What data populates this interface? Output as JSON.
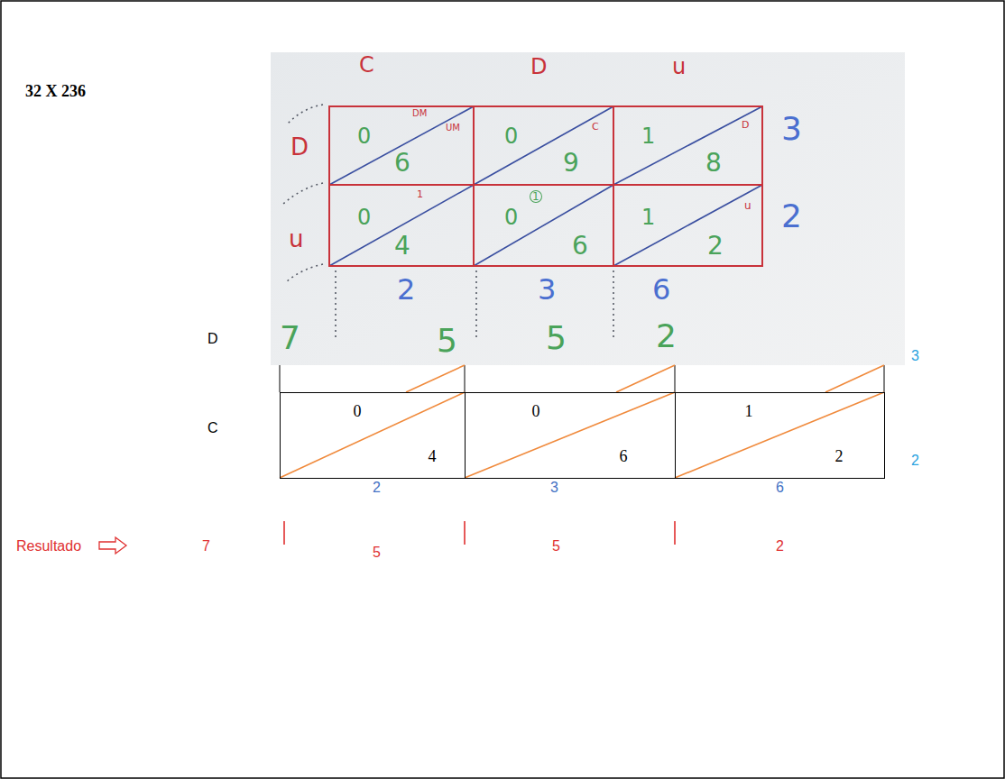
{
  "diagram": {
    "title": "32 X 236",
    "nodes": [
      {
        "text": [
          "0",
          "6",
          "DM",
          "UM"
        ]
      },
      {
        "text": [
          "0",
          "9",
          "C"
        ]
      },
      {
        "text": [
          "1",
          "8",
          "D"
        ]
      },
      {
        "text": [
          "0",
          "4",
          "1"
        ]
      },
      {
        "text": [
          "0",
          "6",
          "1"
        ]
      },
      {
        "text": [
          "1",
          "2",
          "u"
        ]
      },
      {
        "text": [
          "0",
          "4"
        ]
      },
      {
        "text": [
          "0",
          "6"
        ]
      },
      {
        "text": [
          "1",
          "2"
        ]
      }
    ],
    "labels": [
      "C",
      "D",
      "u",
      "D",
      "u",
      "3",
      "2",
      "2",
      "3",
      "6",
      "7",
      "5",
      "5",
      "2",
      "D",
      "3",
      "C",
      "2",
      "2",
      "3",
      "6",
      "Resultado",
      "7",
      "5",
      "5",
      "2"
    ]
  }
}
